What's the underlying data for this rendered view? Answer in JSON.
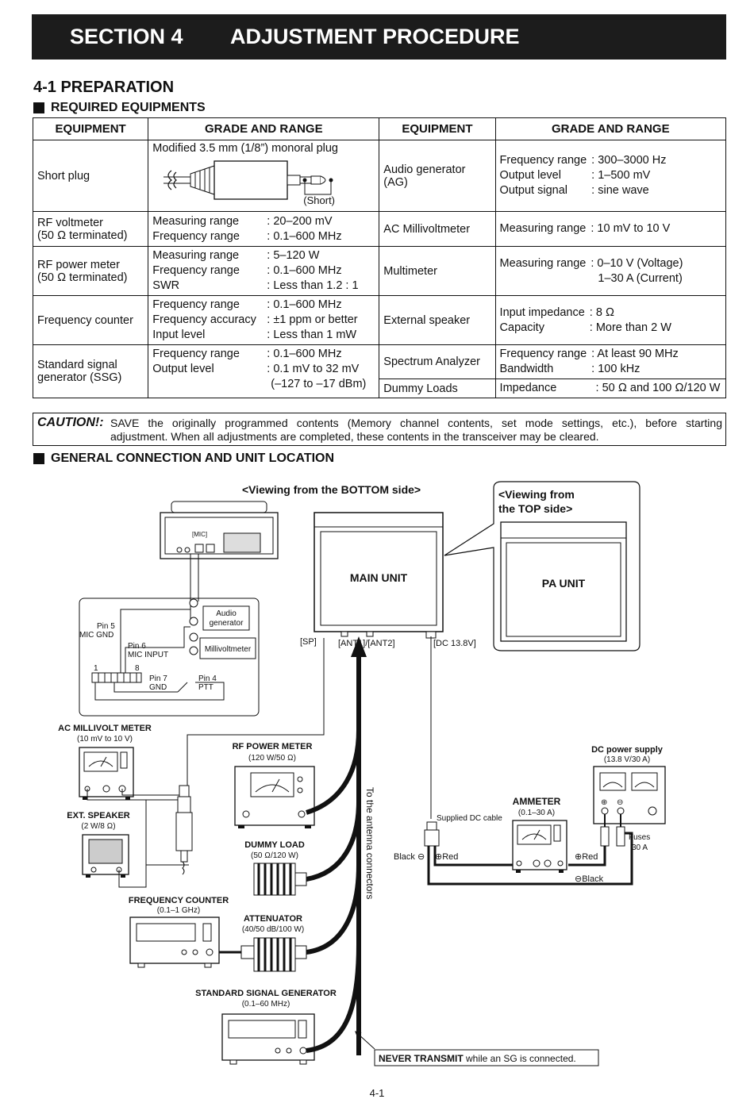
{
  "header": {
    "section": "SECTION 4",
    "title": "ADJUSTMENT PROCEDURE"
  },
  "prep_title": "4-1 PREPARATION",
  "required_title": "REQUIRED EQUIPMENTS",
  "table": {
    "headers": [
      "EQUIPMENT",
      "GRADE AND RANGE",
      "EQUIPMENT",
      "GRADE AND RANGE"
    ],
    "short_plug": {
      "name": "Short plug",
      "desc": "Modified 3.5 mm (1/8”) monoral plug",
      "short_label": "(Short)"
    },
    "rf_voltmeter": {
      "name1": "RF voltmeter",
      "name2": "(50 Ω terminated)",
      "k1": "Measuring range",
      "v1": ": 20–200 mV",
      "k2": "Frequency range",
      "v2": ": 0.1–600 MHz"
    },
    "rf_power": {
      "name1": "RF power meter",
      "name2": "(50 Ω terminated)",
      "k1": "Measuring range",
      "v1": ": 5–120 W",
      "k2": "Frequency range",
      "v2": ": 0.1–600 MHz",
      "k3": "SWR",
      "v3": ": Less than 1.2 : 1"
    },
    "freq_counter": {
      "name": "Frequency counter",
      "k1": "Frequency range",
      "v1": ": 0.1–600 MHz",
      "k2": "Frequency accuracy",
      "v2": ": ±1 ppm or better",
      "k3": "Input level",
      "v3": ": Less than 1 mW"
    },
    "ssg": {
      "name1": "Standard signal",
      "name2": "generator (SSG)",
      "k1": "Frequency range",
      "v1": ": 0.1–600 MHz",
      "k2": "Output level",
      "v2": ": 0.1 mV to 32 mV",
      "v3": "(–127 to –17 dBm)"
    },
    "audio_gen": {
      "name1": "Audio generator",
      "name2": "(AG)",
      "k1": "Frequency range",
      "v1": ": 300–3000 Hz",
      "k2": "Output level",
      "v2": ": 1–500 mV",
      "k3": "Output signal",
      "v3": ": sine wave"
    },
    "ac_milli": {
      "name": "AC Millivoltmeter",
      "k1": "Measuring range",
      "v1": ": 10 mV to 10 V"
    },
    "multimeter": {
      "name": "Multimeter",
      "k1": "Measuring range",
      "v1": ": 0–10 V (Voltage)",
      "v2": "1–30 A (Current)"
    },
    "ext_speaker": {
      "name": "External speaker",
      "k1": "Input impedance",
      "v1": ": 8 Ω",
      "k2": "Capacity",
      "v2": ": More than 2 W"
    },
    "spectrum": {
      "name": "Spectrum Analyzer",
      "k1": "Frequency range",
      "v1": ": At least 90 MHz",
      "k2": "Bandwidth",
      "v2": ": 100 kHz"
    },
    "dummy": {
      "name": "Dummy Loads",
      "k1": "Impedance",
      "v1": ": 50 Ω and 100 Ω/120 W"
    }
  },
  "caution": {
    "label": "CAUTION!:",
    "line1": "SAVE the originally programmed contents (Memory channel contents, set mode settings, etc.), before starting",
    "line2": "adjustment. When all adjustments are completed, these contents in the transceiver may be cleared."
  },
  "connection_title": "GENERAL CONNECTION AND UNIT LOCATION",
  "diagram": {
    "bottom_view": "<Viewing from the BOTTOM side>",
    "top_view_1": "<Viewing from",
    "top_view_2": "the TOP side>",
    "main_unit": "MAIN UNIT",
    "pa_unit": "PA UNIT",
    "mic": "[MIC]",
    "sp": "[SP]",
    "ant": "[ANT1]/[ANT2]",
    "dc": "[DC 13.8V]",
    "pin5a": "Pin 5",
    "pin5b": "MIC GND",
    "pin6a": "Pin 6",
    "pin6b": "MIC INPUT",
    "pin7a": "Pin 7",
    "pin7b": "GND",
    "pin4a": "Pin 4",
    "pin4b": "PTT",
    "pin_1": "1",
    "pin_8": "8",
    "audio_gen1": "Audio",
    "audio_gen2": "generator",
    "millivolt": "Millivoltmeter",
    "ac_mv_title": "AC MILLIVOLT METER",
    "ac_mv_range": "(10 mV to 10 V)",
    "ext_sp_title": "EXT. SPEAKER",
    "ext_sp_range": "(2 W/8 Ω)",
    "rf_pm_title": "RF POWER METER",
    "rf_pm_range": "(120 W/50 Ω)",
    "dummy_title": "DUMMY LOAD",
    "dummy_range": "(50 Ω/120 W)",
    "fc_title": "FREQUENCY COUNTER",
    "fc_range": "(0.1–1 GHz)",
    "att_title": "ATTENUATOR",
    "att_range": "(40/50 dB/100 W)",
    "ssg_title": "STANDARD SIGNAL GENERATOR",
    "ssg_range": "(0.1–60 MHz)",
    "to_antenna": "To the antenna connectors",
    "dcps_title": "DC power supply",
    "dcps_range": "(13.8 V/30 A)",
    "ammeter_title": "AMMETER",
    "ammeter_range": "(0.1–30 A)",
    "supplied_cable": "Supplied DC cable",
    "black1": "Black ⊖",
    "red1": "⊕Red",
    "red2": "⊕Red",
    "black2": "⊖Black",
    "fuses1": "Fuses",
    "fuses2": "30 A",
    "never_bold": "NEVER TRANSMIT",
    "never_rest": " while an SG is connected."
  },
  "page_number": "4-1"
}
